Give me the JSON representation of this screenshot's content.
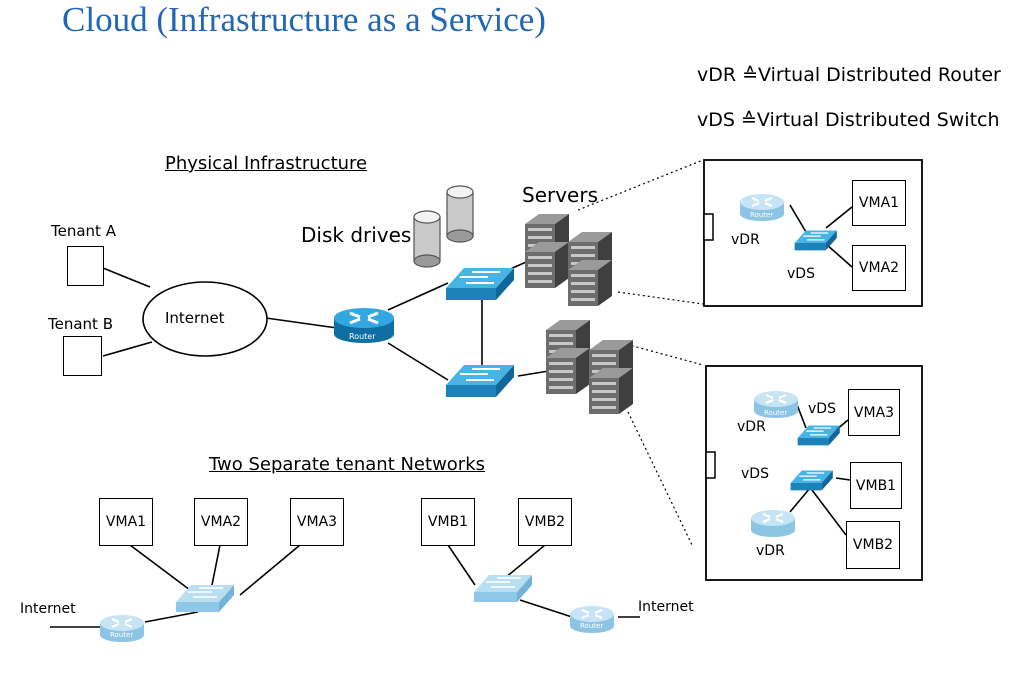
{
  "title": "Cloud (Infrastructure as a Service)",
  "legend": {
    "vdr": "vDR ≙Virtual Distributed Router",
    "vds": "vDS ≙Virtual Distributed Switch"
  },
  "physical": {
    "heading": "Physical Infrastructure",
    "tenant_a": "Tenant A",
    "tenant_b": "Tenant B",
    "internet": "Internet",
    "disk_drives": "Disk drives",
    "servers": "Servers",
    "router_caption": "Router"
  },
  "zoom_top": {
    "vdr": "vDR",
    "vds": "vDS",
    "vm1": "VMA1",
    "vm2": "VMA2",
    "router_caption": "Router"
  },
  "zoom_bottom": {
    "vdr_top": "vDR",
    "vds_top": "vDS",
    "vds_mid": "vDS",
    "vdr_bottom": "vDR",
    "vma3": "VMA3",
    "vmb1": "VMB1",
    "vmb2": "VMB2",
    "router_caption": "Router"
  },
  "tenant_networks": {
    "heading": "Two Separate tenant Networks",
    "a_vms": [
      "VMA1",
      "VMA2",
      "VMA3"
    ],
    "b_vms": [
      "VMB1",
      "VMB2"
    ],
    "internet_left": "Internet",
    "internet_right": "Internet",
    "router_caption": "Router"
  },
  "colors": {
    "title": "#2067b5",
    "router_blue": "#1e8bc3",
    "switch_blue": "#2b9fd6",
    "faded_blue": "#9fcde8",
    "server_gray": "#7d7d7d"
  }
}
